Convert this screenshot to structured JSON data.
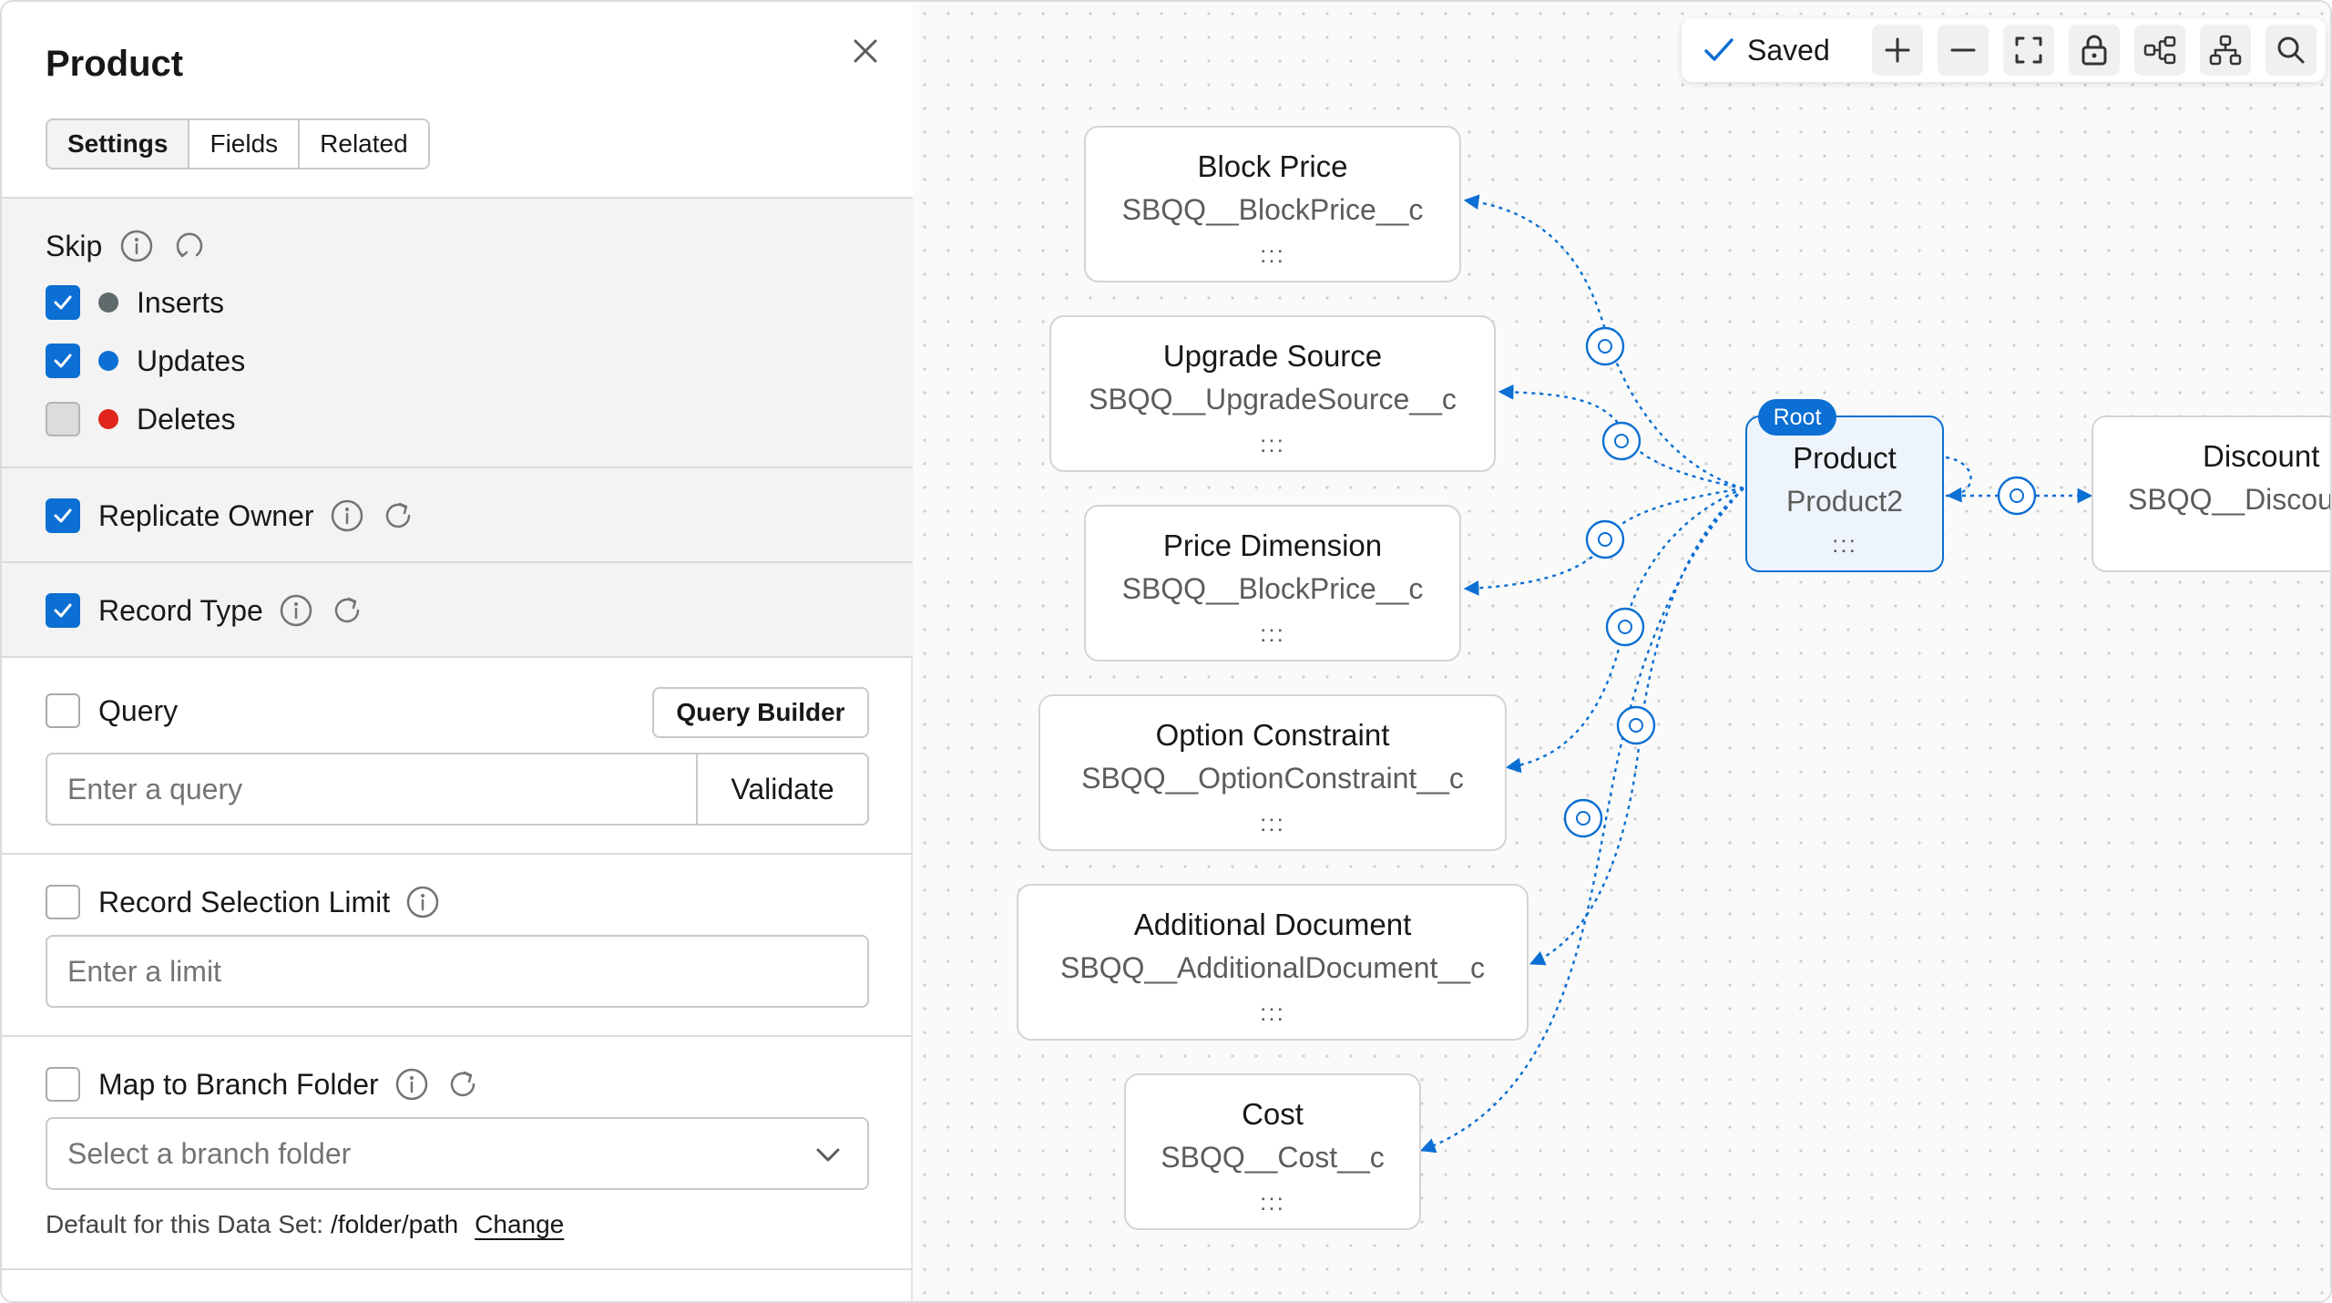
{
  "panel": {
    "title": "Product",
    "tabs": [
      "Settings",
      "Fields",
      "Related"
    ],
    "skip": {
      "label": "Skip",
      "options": [
        {
          "label": "Inserts",
          "checked": true,
          "dot_color": "#5f6a6a"
        },
        {
          "label": "Updates",
          "checked": true,
          "dot_color": "#0b6fd3"
        },
        {
          "label": "Deletes",
          "checked": false,
          "dot_color": "#e0261c"
        }
      ]
    },
    "replicate_owner": {
      "label": "Replicate Owner",
      "checked": true
    },
    "record_type": {
      "label": "Record Type",
      "checked": true
    },
    "query": {
      "label": "Query",
      "checked": false,
      "builder_button": "Query Builder",
      "placeholder": "Enter a query",
      "validate_button": "Validate"
    },
    "record_selection_limit": {
      "label": "Record Selection Limit",
      "checked": false,
      "placeholder": "Enter a limit"
    },
    "map_to_branch_folder": {
      "label": "Map to Branch Folder",
      "checked": false,
      "select_placeholder": "Select a branch folder",
      "default_text": "Default for this Data Set:",
      "default_path": "/folder/path",
      "change_link": "Change"
    }
  },
  "toolbar": {
    "saved_label": "Saved",
    "buttons": [
      "zoom-in",
      "zoom-out",
      "fit-view",
      "lock",
      "layout-horizontal",
      "layout-tree",
      "search"
    ]
  },
  "graph": {
    "root_badge": "Root",
    "root": {
      "title": "Product",
      "api": "Product2"
    },
    "children": [
      {
        "title": "Block Price",
        "api": "SBQQ__BlockPrice__c"
      },
      {
        "title": "Upgrade Source",
        "api": "SBQQ__UpgradeSource__c"
      },
      {
        "title": "Price Dimension",
        "api": "SBQQ__BlockPrice__c"
      },
      {
        "title": "Option Constraint",
        "api": "SBQQ__OptionConstraint__c"
      },
      {
        "title": "Additional Document",
        "api": "SBQQ__AdditionalDocument__c"
      },
      {
        "title": "Cost",
        "api": "SBQQ__Cost__c"
      }
    ],
    "parents": [
      {
        "title": "Discount",
        "api": "SBQQ__Discou"
      }
    ],
    "grip": ":::",
    "colors": {
      "accent": "#0b6fd3",
      "edge": "#0b6fd3"
    }
  }
}
